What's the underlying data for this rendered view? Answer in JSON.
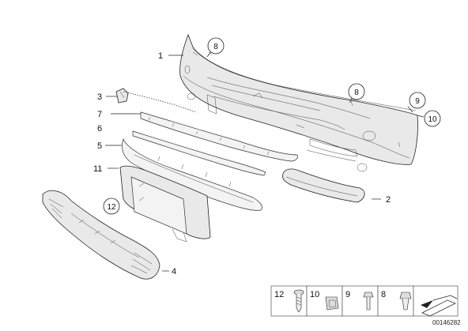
{
  "callouts": [
    {
      "id": "c1",
      "label": "1"
    },
    {
      "id": "c2",
      "label": "2"
    },
    {
      "id": "c3",
      "label": "3"
    },
    {
      "id": "c4",
      "label": "4"
    },
    {
      "id": "c5",
      "label": "5"
    },
    {
      "id": "c6",
      "label": "6"
    },
    {
      "id": "c7",
      "label": "7"
    },
    {
      "id": "c11",
      "label": "11"
    }
  ],
  "circled_callouts": [
    {
      "id": "cc8a",
      "label": "8"
    },
    {
      "id": "cc8b",
      "label": "8"
    },
    {
      "id": "cc9",
      "label": "9"
    },
    {
      "id": "cc10",
      "label": "10"
    },
    {
      "id": "cc12",
      "label": "12"
    }
  ],
  "legend": {
    "items": [
      {
        "label": "12"
      },
      {
        "label": "10"
      },
      {
        "label": "9"
      },
      {
        "label": "8"
      }
    ]
  },
  "diagram_id": "00146282"
}
